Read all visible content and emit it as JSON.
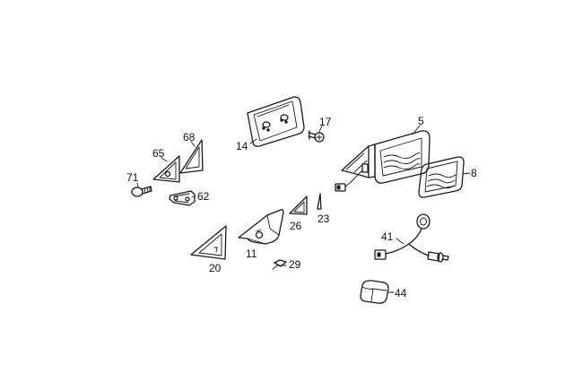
{
  "parts": [
    {
      "number": "5"
    },
    {
      "number": "8"
    },
    {
      "number": "11"
    },
    {
      "number": "14"
    },
    {
      "number": "17"
    },
    {
      "number": "20"
    },
    {
      "number": "23"
    },
    {
      "number": "26"
    },
    {
      "number": "29"
    },
    {
      "number": "41"
    },
    {
      "number": "44"
    },
    {
      "number": "62"
    },
    {
      "number": "65"
    },
    {
      "number": "68"
    },
    {
      "number": "71"
    }
  ]
}
